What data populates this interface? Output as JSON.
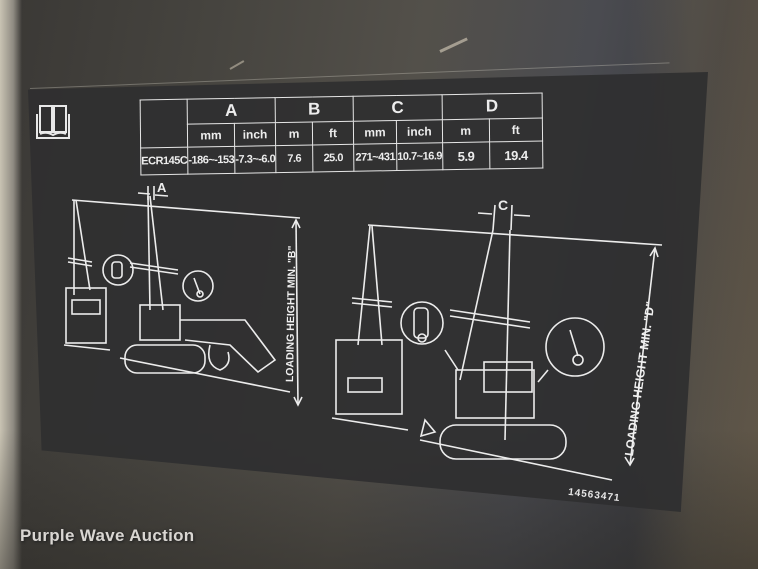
{
  "decal": {
    "manual_icon": "book-icon",
    "spec_table": {
      "groups": [
        "A",
        "B",
        "C",
        "D"
      ],
      "units": [
        "mm",
        "inch",
        "m",
        "ft",
        "mm",
        "inch",
        "m",
        "ft"
      ],
      "rows": [
        {
          "model": "ECR145C",
          "values": [
            "-186~-153",
            "-7.3~-6.0",
            "7.6",
            "25.0",
            "271~431",
            "10.7~16.9",
            "5.9",
            "19.4"
          ]
        }
      ]
    },
    "left_diagram": {
      "dimension_label": "A",
      "vertical_label": "LOADING HEIGHT MIN. \"B\""
    },
    "right_diagram": {
      "dimension_label": "C",
      "vertical_label": "LOADING HEIGHT MIN. \"D\""
    },
    "part_number": "14563471"
  },
  "watermark": "Purple Wave Auction",
  "colors": {
    "decal_bg": "#2f2f30",
    "line": "#eeeeee",
    "surface": "#4a4843"
  }
}
